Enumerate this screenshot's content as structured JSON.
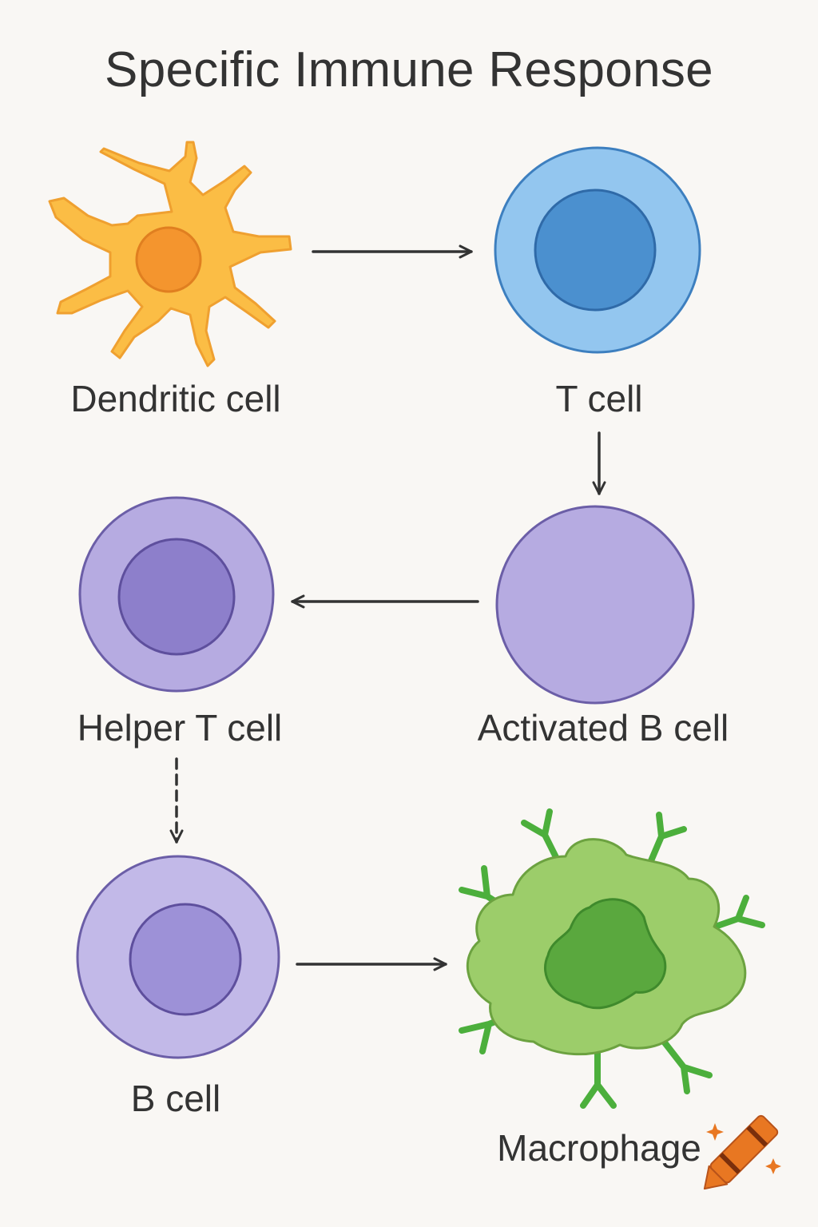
{
  "title": "Specific Immune Response",
  "cells": {
    "dendritic": "Dendritic cell",
    "t_cell": "T cell",
    "helper_t": "Helper T cell",
    "activated_b": "Activated B cell",
    "b_cell": "B cell",
    "macrophage": "Macrophage"
  },
  "colors": {
    "background": "#f9f7f4",
    "dendritic": "#fbbd45",
    "t_cell": "#93c6ef",
    "lymphocyte": "#b6abe1",
    "macrophage": "#9ccd6a",
    "antibody": "#4caf3c",
    "arrow": "#333333"
  }
}
